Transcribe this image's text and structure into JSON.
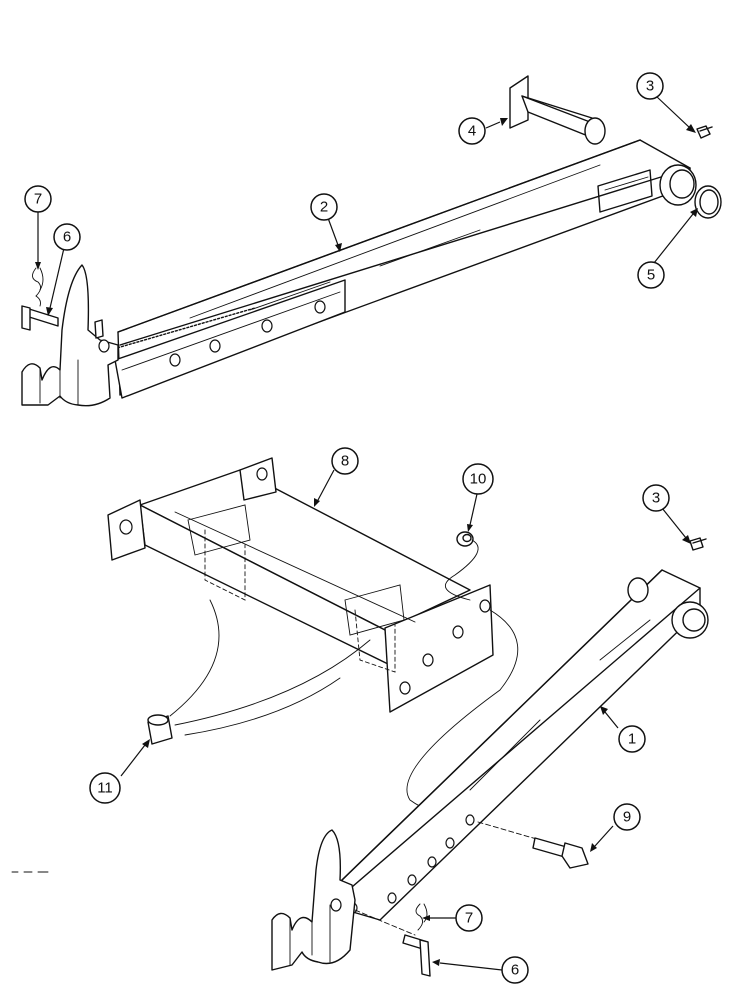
{
  "callouts": [
    {
      "id": "c1",
      "label": "1"
    },
    {
      "id": "c2",
      "label": "2"
    },
    {
      "id": "c3a",
      "label": "3"
    },
    {
      "id": "c3b",
      "label": "3"
    },
    {
      "id": "c4",
      "label": "4"
    },
    {
      "id": "c5",
      "label": "5"
    },
    {
      "id": "c6a",
      "label": "6"
    },
    {
      "id": "c6b",
      "label": "6"
    },
    {
      "id": "c7a",
      "label": "7"
    },
    {
      "id": "c7b",
      "label": "7"
    },
    {
      "id": "c8",
      "label": "8"
    },
    {
      "id": "c9",
      "label": "9"
    },
    {
      "id": "c10",
      "label": "10"
    },
    {
      "id": "c11",
      "label": "11"
    }
  ]
}
